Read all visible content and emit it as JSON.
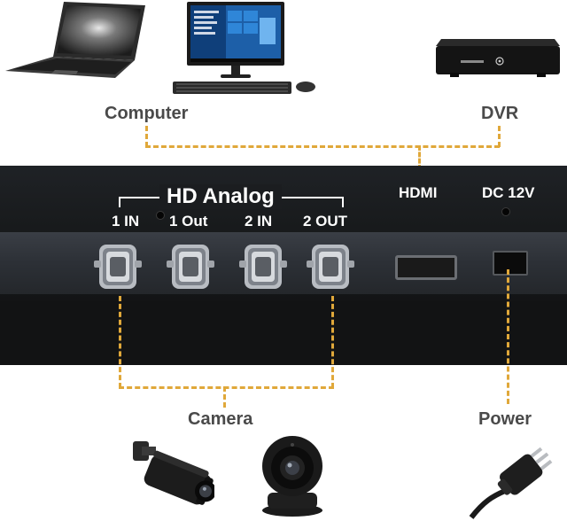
{
  "devices": {
    "computer_label": "Computer",
    "dvr_label": "DVR",
    "camera_label": "Camera",
    "power_label": "Power"
  },
  "panel": {
    "hd_analog_label": "HD Analog",
    "ports": [
      {
        "label": "1 IN"
      },
      {
        "label": "1 Out"
      },
      {
        "label": "2 IN"
      },
      {
        "label": "2 OUT"
      }
    ],
    "hdmi_label": "HDMI",
    "dc_label": "DC 12V"
  },
  "colors": {
    "connector": "#e0a83a",
    "panel": "#16181a",
    "caption": "#4a4a4a"
  },
  "icons": [
    "laptop-icon",
    "desktop-computer-icon",
    "dvr-icon",
    "bullet-camera-icon",
    "dome-camera-icon",
    "power-plug-icon"
  ]
}
